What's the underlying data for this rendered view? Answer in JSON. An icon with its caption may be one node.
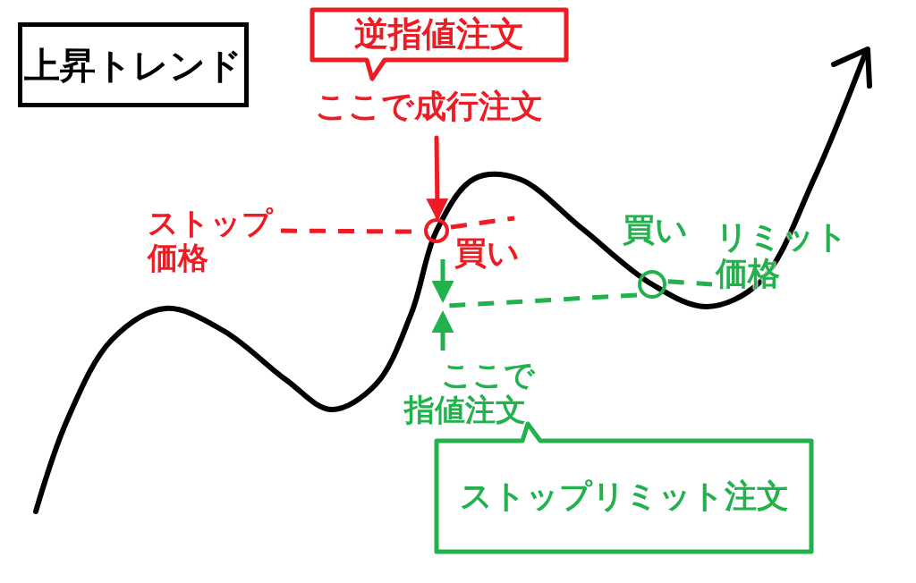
{
  "diagram": {
    "nodes": [
      {
        "text": [
          "上昇トレンド"
        ]
      },
      {
        "text": [
          "逆指値注文"
        ]
      },
      {
        "text": [
          "ここで成行注文"
        ]
      },
      {
        "text": [],
        "shape": "circle"
      },
      {
        "text": [
          "ストップ価格"
        ]
      },
      {
        "text": [
          "買い"
        ]
      },
      {
        "text": [],
        "shape": "circle"
      },
      {
        "text": [
          "買い"
        ]
      },
      {
        "text": [
          "リミット価格"
        ]
      },
      {
        "text": [
          "ここで指値注文"
        ]
      },
      {
        "text": [
          "ストップリミット注文"
        ]
      }
    ],
    "edges": [
      {
        "from": 2,
        "to": 3,
        "arrow": "to",
        "color": "#ed1c24"
      },
      {
        "from": 4,
        "to": 3,
        "arrow": "none",
        "style": "dashed",
        "color": "#ed1c24"
      },
      {
        "from": 6,
        "to": 8,
        "arrow": "none",
        "style": "dashed",
        "color": "#22b14c"
      }
    ]
  }
}
